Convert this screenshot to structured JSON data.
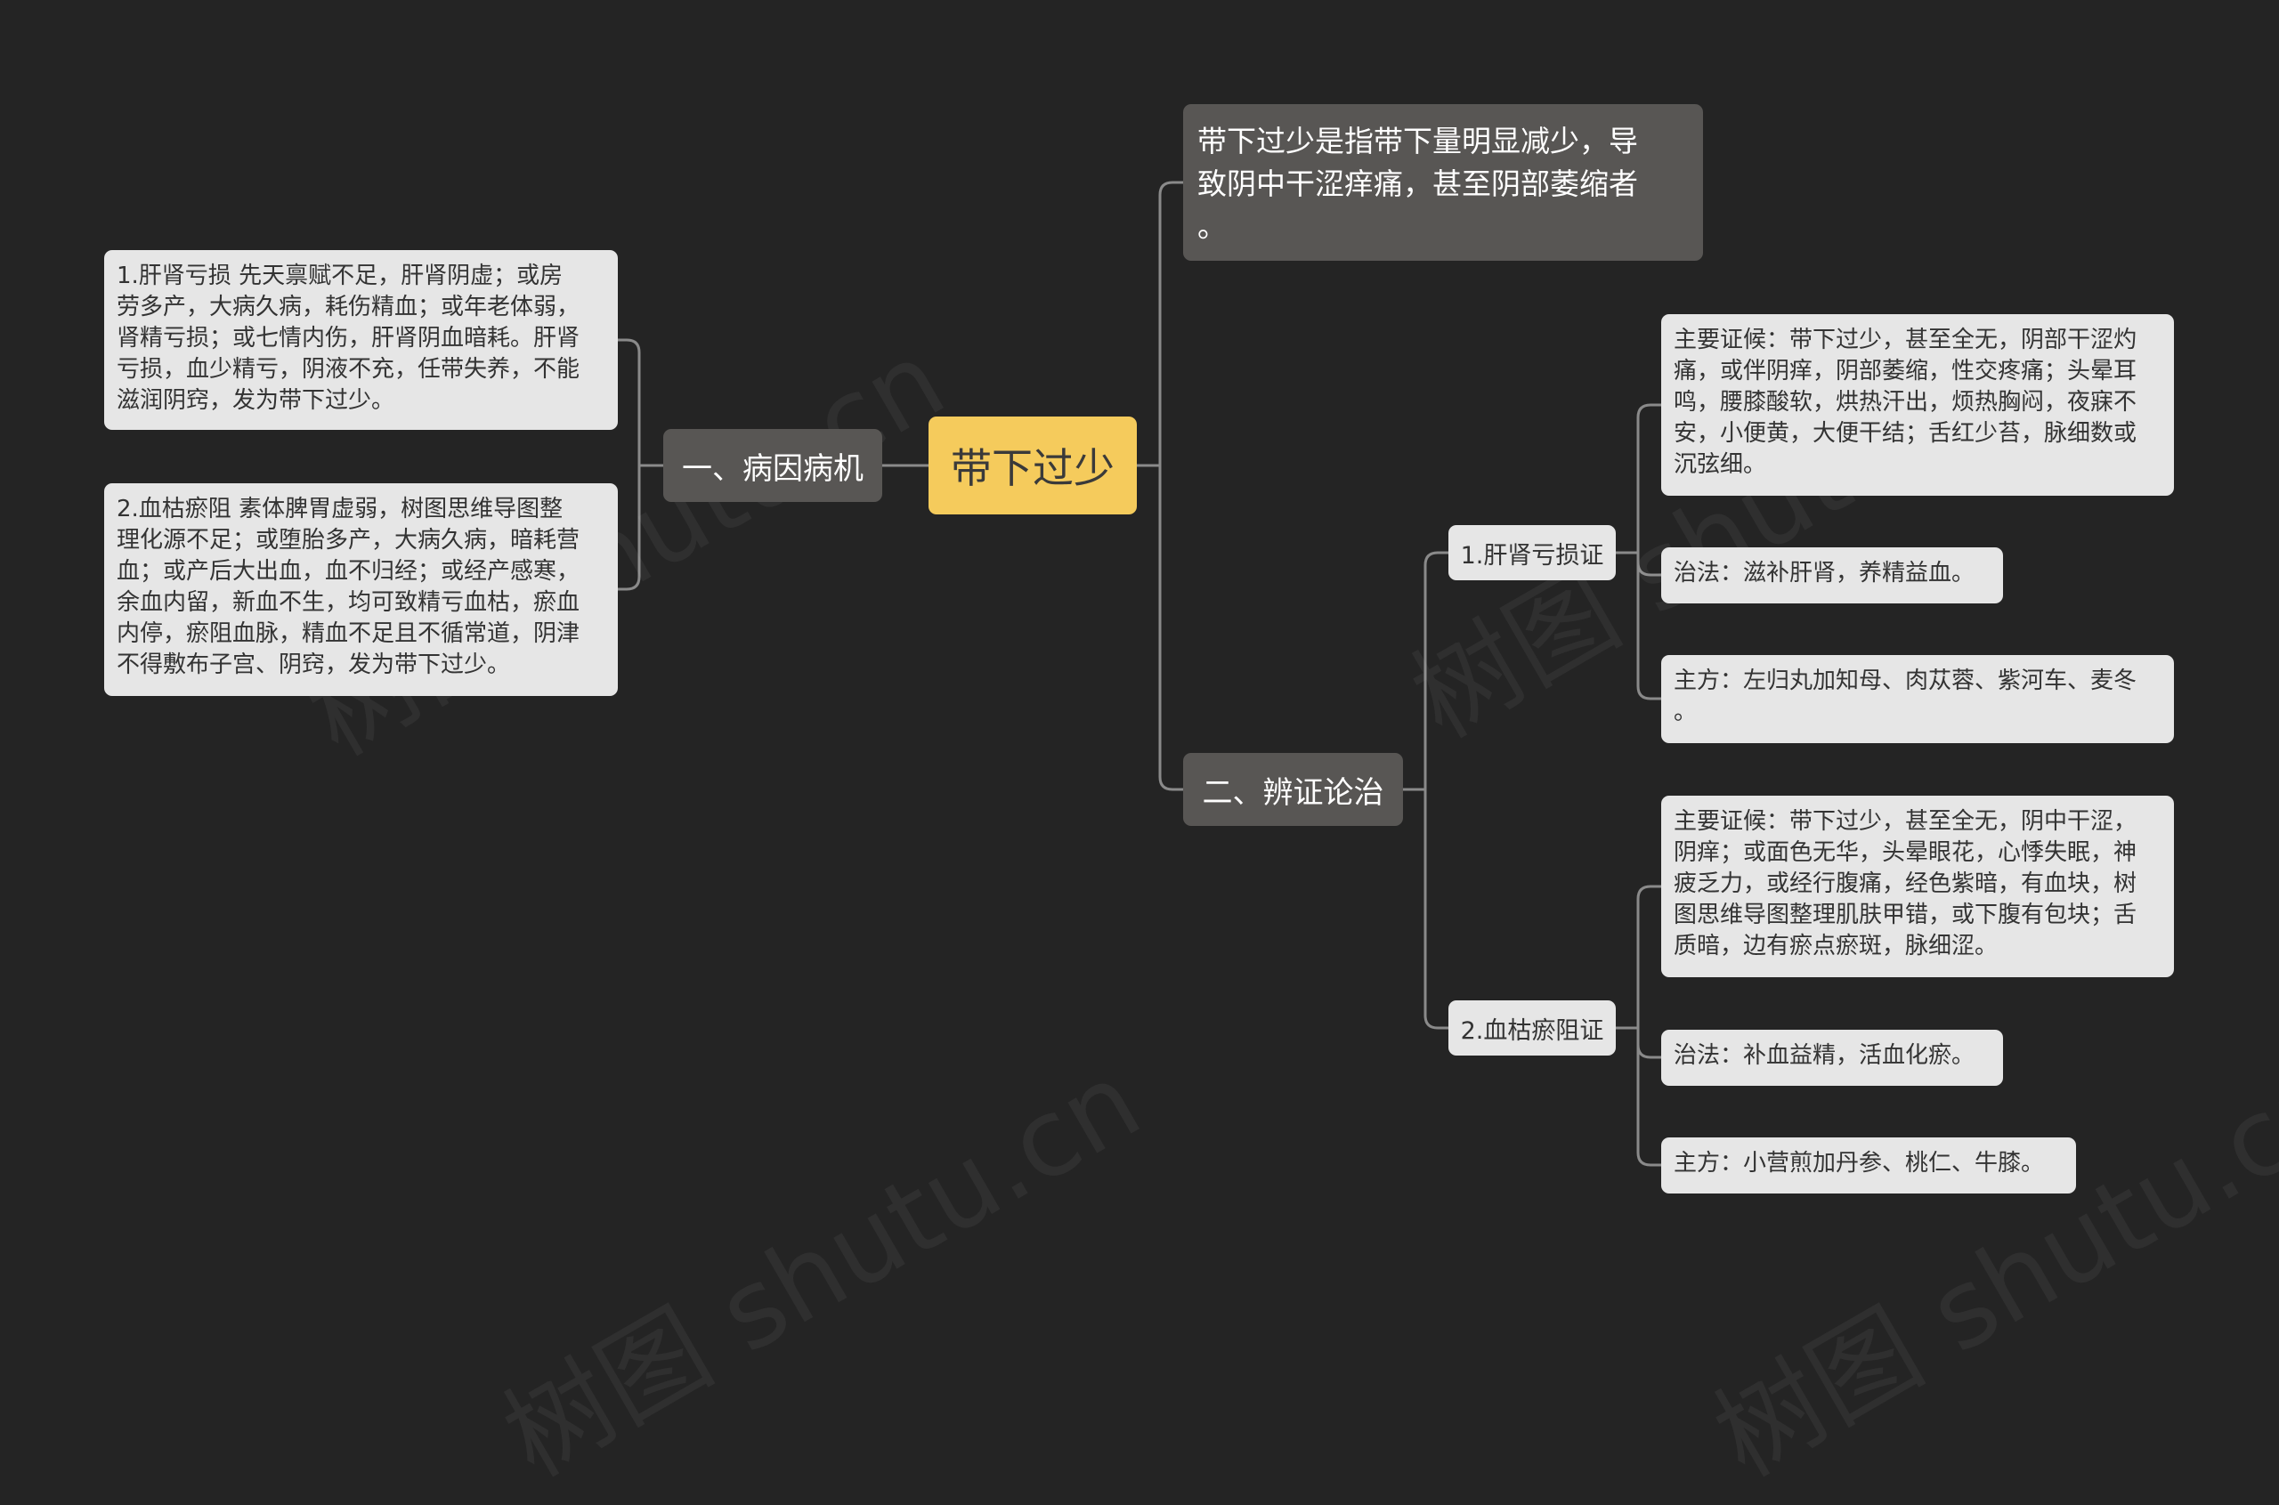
{
  "root": {
    "label": "带下过少"
  },
  "left_branch": {
    "label": "一、病因病机",
    "leaves": [
      {
        "text": "1.肝肾亏损 先天禀赋不足，肝肾阴虚；或房\n劳多产，大病久病，耗伤精血；或年老体弱，\n肾精亏损；或七情内伤，肝肾阴血暗耗。肝肾\n亏损，血少精亏，阴液不充，任带失养，不能\n滋润阴窍，发为带下过少。"
      },
      {
        "text": "2.血枯瘀阻 素体脾胃虚弱，树图思维导图整\n理化源不足；或堕胎多产，大病久病，暗耗营\n血；或产后大出血，血不归经；或经产感寒，\n余血内留，新血不生，均可致精亏血枯，瘀血\n内停，瘀阻血脉，精血不足且不循常道，阴津\n不得敷布子宫、阴窍，发为带下过少。"
      }
    ]
  },
  "definition": {
    "text": "带下过少是指带下量明显减少，导\n致阴中干涩痒痛，甚至阴部萎缩者\n。"
  },
  "right_branch": {
    "label": "二、辨证论治",
    "syndromes": [
      {
        "label": "1.肝肾亏损证",
        "details": [
          {
            "text": "主要证候：带下过少，甚至全无，阴部干涩灼\n痛，或伴阴痒，阴部萎缩，性交疼痛；头晕耳\n鸣，腰膝酸软，烘热汗出，烦热胸闷，夜寐不\n安，小便黄，大便干结；舌红少苔，脉细数或\n沉弦细。"
          },
          {
            "text": "治法：滋补肝肾，养精益血。"
          },
          {
            "text": "主方：左归丸加知母、肉苁蓉、紫河车、麦冬\n。"
          }
        ]
      },
      {
        "label": "2.血枯瘀阻证",
        "details": [
          {
            "text": "主要证候：带下过少，甚至全无，阴中干涩，\n阴痒；或面色无华，头晕眼花，心悸失眠，神\n疲乏力，或经行腹痛，经色紫暗，有血块，树\n图思维导图整理肌肤甲错，或下腹有包块；舌\n质暗，边有瘀点瘀斑，脉细涩。"
          },
          {
            "text": "治法：补血益精，活血化瘀。"
          },
          {
            "text": "主方：小营煎加丹参、桃仁、牛膝。"
          }
        ]
      }
    ]
  },
  "watermark": {
    "text": "树图 shutu.cn"
  },
  "colors": {
    "background": "#242424",
    "root": "#f5cb5c",
    "branch": "#585654",
    "leaf": "#e6e6e6",
    "connector": "#8a8a8a"
  }
}
